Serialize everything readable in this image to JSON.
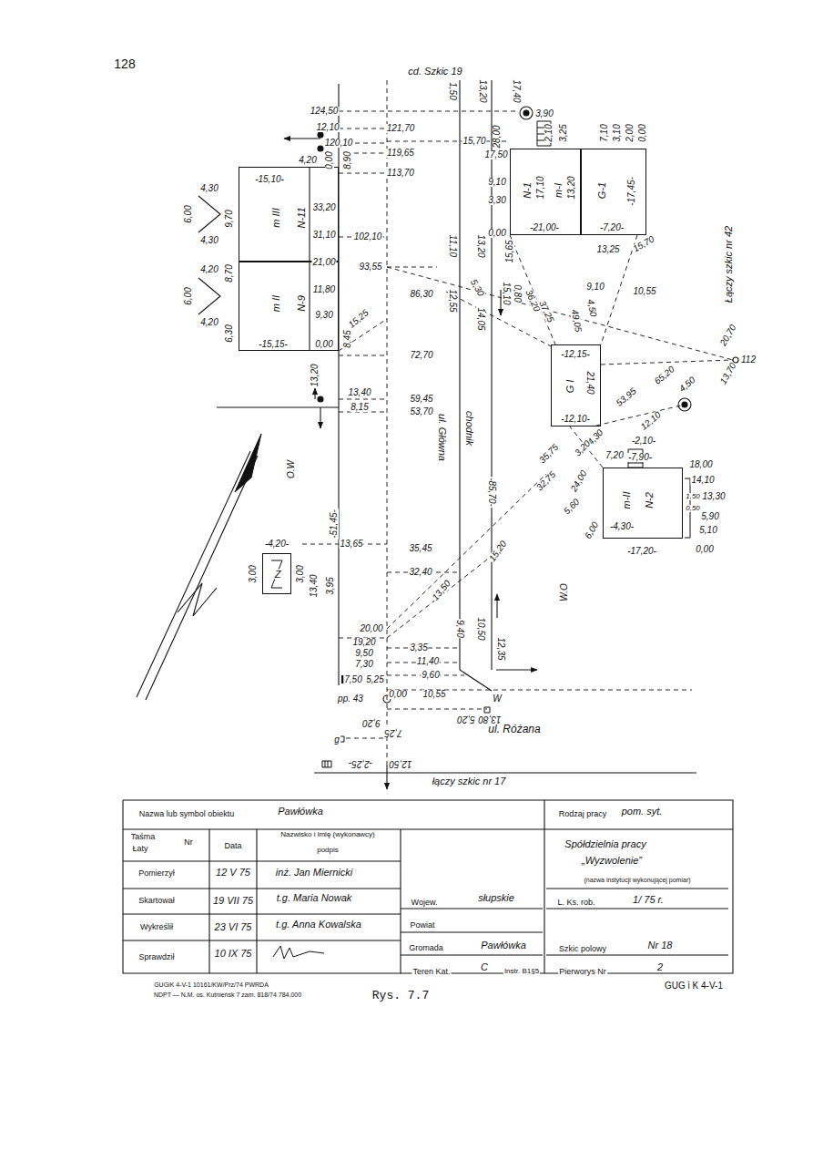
{
  "diagram": {
    "caption": "Rys. 7.7",
    "nodes": [
      {
        "text": [
          "m III",
          "N-11"
        ]
      },
      {
        "text": [
          "m II",
          "N-9"
        ]
      },
      {
        "text": [
          "N-1",
          "m-I"
        ]
      },
      {
        "text": [
          "G-1"
        ]
      },
      {
        "text": [
          "G I"
        ]
      },
      {
        "text": [
          "m-II",
          "N-2"
        ]
      },
      {
        "text": [
          "Z"
        ]
      }
    ],
    "labels": [
      "128",
      "cd. Szkic 19",
      "124,50",
      "12,10",
      "121,70",
      "120,10",
      "119,65",
      "113,70",
      "4,20",
      "0,00",
      "8,90",
      "-15,10-",
      "4,30",
      "6,00",
      "4,30",
      "9,70",
      "8,70",
      "4,20",
      "6,00",
      "4,20",
      "6,30",
      "-15,15-",
      "33,20",
      "31,10",
      "21,00",
      "11,80",
      "9,30",
      "0,00",
      "13,20",
      "8,45",
      "15,25",
      "102,10",
      "93,55",
      "86,30",
      "72,70",
      "13,40",
      "8,15",
      "59,45",
      "53,70",
      "1,50",
      "13,20",
      "17,40",
      "15,70",
      "11,10",
      "13,20",
      "12,55",
      "5,30",
      "14,05",
      "ul. Główna",
      "chodnik",
      "-85,70-",
      "28,00",
      "17,50",
      "9,10",
      "3,30",
      "0,00",
      "15,65",
      "15,10",
      "0,80",
      "3,90",
      "2,10",
      "3,25",
      "7,10",
      "3,10",
      "2,00",
      "0,00",
      "17,10",
      "13,20",
      "-17,45-",
      "-21,00-",
      "-7,20-",
      "13,25",
      "15,70",
      "9,10",
      "10,55",
      "36,20",
      "37,25",
      "49,05",
      "4,50",
      "Łączy szkic nr 42",
      "20,70",
      "112",
      "13,70",
      "65,20",
      "4,50",
      "53,95",
      "12,10",
      "-12,15-",
      "-12,10-",
      "21,40",
      "-2,10-",
      "-7,90-",
      "7,20",
      "18,00",
      "14,10",
      "1,50",
      "13,30",
      "0,50",
      "5,90",
      "5,10",
      "0,00",
      "-17,20-",
      "-4,30-",
      "6,00",
      "4,30",
      "3,20",
      "35,75",
      "32,75",
      "24,00",
      "5,60",
      "O.W",
      "W.O",
      "-51,45-",
      "-4,20-",
      "3,00",
      "3,00",
      "13,40",
      "3,95",
      "13,65",
      "35,45",
      "32,40",
      "13,50",
      "15,20",
      "9,40",
      "10,50",
      "12,35",
      "20,00",
      "19,20",
      "9,50",
      "7,30",
      "3,35",
      "11,40",
      "9,60",
      "7,50",
      "5,25",
      "pp. 43",
      "0,00",
      "10,55",
      "W",
      "13,80",
      "5,20",
      "9,20",
      "7,25",
      "g",
      "ul. Różana",
      "-2,25-",
      "12,50",
      "łączy szkic nr 17",
      "Nazwa lub symbol obiektu",
      "Pawłówka",
      "Rodzaj pracy",
      "pom. syt.",
      "Taśma",
      "Łaty",
      "Nr",
      "Data",
      "Nazwisko i imię (wykonawcy)",
      "podpis",
      "Pomierzył",
      "12 V 75",
      "inż. Jan Miernicki",
      "Skartował",
      "19 VII 75",
      "t.g. Maria Nowak",
      "Wykreślił",
      "23 VI 75",
      "t.g. Anna Kowalska",
      "Sprawdził",
      "10 IX 75",
      "Spółdzielnia pracy",
      "„Wyzwolenie”",
      "(nazwa instytucji wykonującej pomiar)",
      "Wojew.",
      "słupskie",
      "Powiat",
      "Gromada",
      "Pawłówka",
      "Teren Kat.",
      "C",
      "Instr. B1§5",
      "L. Ks. rob.",
      "1/ 75 r.",
      "Szkic polowy",
      "Nr 18",
      "Pierworys Nr",
      "2",
      "GUGiK 4-V-1 10161/KW/Prz/74 PWRDA",
      "NDPT — N.M. os. Kutnieńsk 7 zam. 818/74 784.000",
      "GUG i K 4-V-1"
    ]
  }
}
